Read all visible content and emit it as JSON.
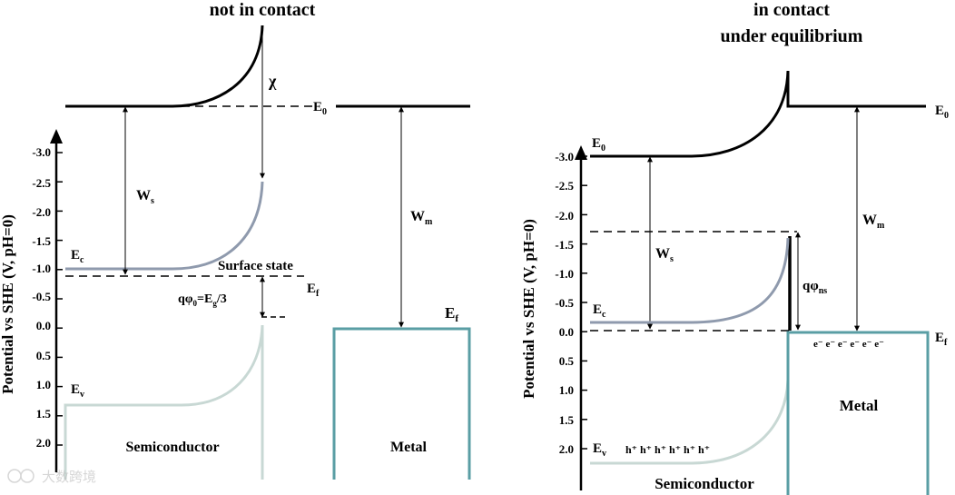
{
  "left": {
    "title": "not in contact",
    "axis_label": "Potential vs SHE (V,  pH=0)",
    "ticks": [
      "-3.0",
      "-2.5",
      "-2.0",
      "-1.5",
      "-1.0",
      "-0.5",
      "0.0",
      "0.5",
      "1.0",
      "1.5",
      "2.0"
    ],
    "chi": "χ",
    "E0": "E",
    "E0_sub": "0",
    "Ws": "W",
    "Ws_sub": "s",
    "Wm": "W",
    "Wm_sub": "m",
    "Ec": "E",
    "Ec_sub": "c",
    "Ev": "E",
    "Ev_sub": "v",
    "Ef": "E",
    "Ef_sub": "f",
    "Ef_metal": "E",
    "Ef_metal_sub": "f",
    "surface_state": "Surface state",
    "phi0_a": "qφ",
    "phi0_sub": "0",
    "phi0_b": "=E",
    "phi0_g": "g",
    "phi0_c": "/3",
    "semiconductor": "Semiconductor",
    "metal": "Metal"
  },
  "right": {
    "title_line1": "in contact",
    "title_line2": "under equilibrium",
    "axis_label": "Potential vs SHE (V,  pH=0)",
    "ticks": [
      "-3.0",
      "-2.5",
      "-2.0",
      "-1.5",
      "-1.0",
      "-0.5",
      "0.0",
      "0.5",
      "1.0",
      "1.5",
      "2.0"
    ],
    "E0_left": "E",
    "E0_left_sub": "0",
    "E0_right": "E",
    "E0_right_sub": "0",
    "Ws": "W",
    "Ws_sub": "s",
    "Wm": "W",
    "Wm_sub": "m",
    "phins": "qφ",
    "phins_sub": "ns",
    "Ec": "E",
    "Ec_sub": "c",
    "Ev": "E",
    "Ev_sub": "v",
    "Ef": "E",
    "Ef_sub": "f",
    "electrons": "e⁻  e⁻  e⁻  e⁻  e⁻  e⁻",
    "holes": "h⁺ h⁺ h⁺ h⁺ h⁺ h⁺",
    "semiconductor": "Semiconductor",
    "metal": "Metal"
  },
  "watermark": "大数跨境",
  "colors": {
    "black": "#000000",
    "conduction": "#8f9aad",
    "valence": "#c8d8d4",
    "metal": "#5a9ea4"
  }
}
